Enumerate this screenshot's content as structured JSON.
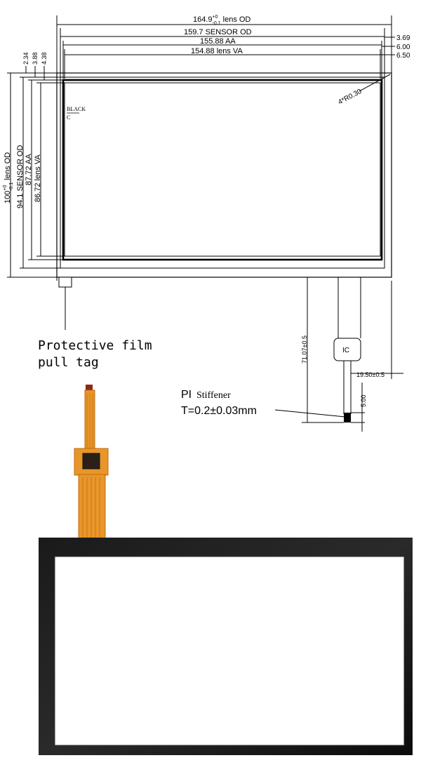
{
  "dims": {
    "lens_od": "164.9",
    "lens_od_tol_upper": "+0",
    "lens_od_tol_lower": "-0.1",
    "lens_od_suffix": " lens OD",
    "sensor_od": "159.7 SENSOR OD",
    "aa": "155.88 AA",
    "lens_va": "154.88 lens VA",
    "right_offsets": [
      "3.69",
      "6.00",
      "6.50"
    ],
    "top_offsets": [
      "2.34",
      "3.88",
      "4.38"
    ],
    "height_lens_od": "100",
    "height_lens_od_tol_upper": "+0",
    "height_lens_od_tol_lower": "-0.1",
    "height_lens_od_suffix": " lens OD",
    "height_sensor_od": "94.1 SENSOR OD",
    "height_aa": "87.72 AA",
    "height_lens_va": "86.72 lens VA",
    "corner_radius": "4*R0.30",
    "fpc_length": "71.07±0.5",
    "fpc_offset": "19.50±0.5",
    "stiffener_len": "5.00"
  },
  "labels": {
    "black_note_1": "BLACK",
    "black_note_2": "C",
    "ic": "IC",
    "protective_line1": "Protective film",
    "protective_line2": "pull tag",
    "pi": "PI",
    "stiffener": "Stiffener",
    "thickness": "T=0.2±0.03mm"
  },
  "colors": {
    "fpc": "#e8962a",
    "bezel": "#111111",
    "glass": "#ffffff"
  }
}
